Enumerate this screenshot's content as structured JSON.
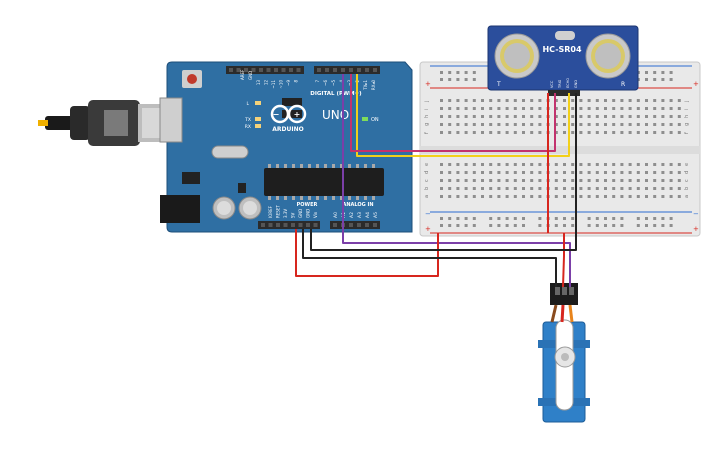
{
  "arduino": {
    "brand": "ARDUINO",
    "model": "UNO",
    "digital_header": "DIGITAL (PWM~)",
    "power_header": "POWER",
    "analog_header": "ANALOG IN",
    "on_label": "ON",
    "l_label": "L",
    "tx_label": "TX",
    "rx_label": "RX",
    "aref_label": "AREF",
    "gnd_label": "GND",
    "digital_pins": [
      "13",
      "12",
      "~11",
      "~10",
      "~9",
      "8",
      "7",
      "~6",
      "~5",
      "4",
      "~3",
      "2",
      "TX▸1",
      "RX◂0"
    ],
    "power_pins": [
      "IOREF",
      "RESET",
      "3.3V",
      "5V",
      "GND",
      "GND",
      "Vin"
    ],
    "analog_pins": [
      "A0",
      "A1",
      "A2",
      "A3",
      "A4",
      "A5"
    ]
  },
  "sensor": {
    "name": "HC-SR04",
    "pins": [
      "VCC",
      "TRIG",
      "ECHO",
      "GND"
    ],
    "left_mark": "T",
    "right_mark": "R"
  },
  "breadboard": {
    "row_letters_top": [
      "j",
      "i",
      "h",
      "g",
      "f"
    ],
    "row_letters_bottom": [
      "e",
      "d",
      "c",
      "b",
      "a"
    ],
    "plus": "+",
    "minus": "−"
  },
  "colors": {
    "board": "#2f6fa3",
    "board_dark": "#1e4f7a",
    "header": "#2b2b2b",
    "wire_red": "#d7261e",
    "wire_black": "#222222",
    "wire_yellow": "#f2d01a",
    "wire_purple": "#7b3fa8",
    "wire_magenta": "#c2326e",
    "wire_orange": "#e8841c",
    "servo": "#2f80c8"
  }
}
